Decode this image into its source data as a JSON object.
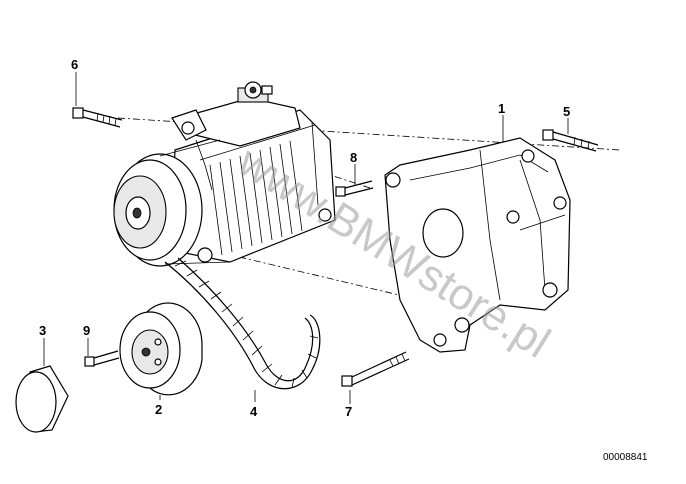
{
  "diagram": {
    "callouts": [
      {
        "id": "1",
        "label": "1",
        "part": "compressor-bracket"
      },
      {
        "id": "2",
        "label": "2",
        "part": "tension-pulley"
      },
      {
        "id": "3",
        "label": "3",
        "part": "pulley-cap"
      },
      {
        "id": "4",
        "label": "4",
        "part": "ribbed-v-belt"
      },
      {
        "id": "5",
        "label": "5",
        "part": "hex-bolt"
      },
      {
        "id": "6",
        "label": "6",
        "part": "hex-bolt"
      },
      {
        "id": "7",
        "label": "7",
        "part": "hex-bolt"
      },
      {
        "id": "8",
        "label": "8",
        "part": "hex-bolt"
      },
      {
        "id": "9",
        "label": "9",
        "part": "hex-bolt"
      }
    ],
    "watermark": "www.BMWstore.pl",
    "diagram_code": "00008841"
  }
}
